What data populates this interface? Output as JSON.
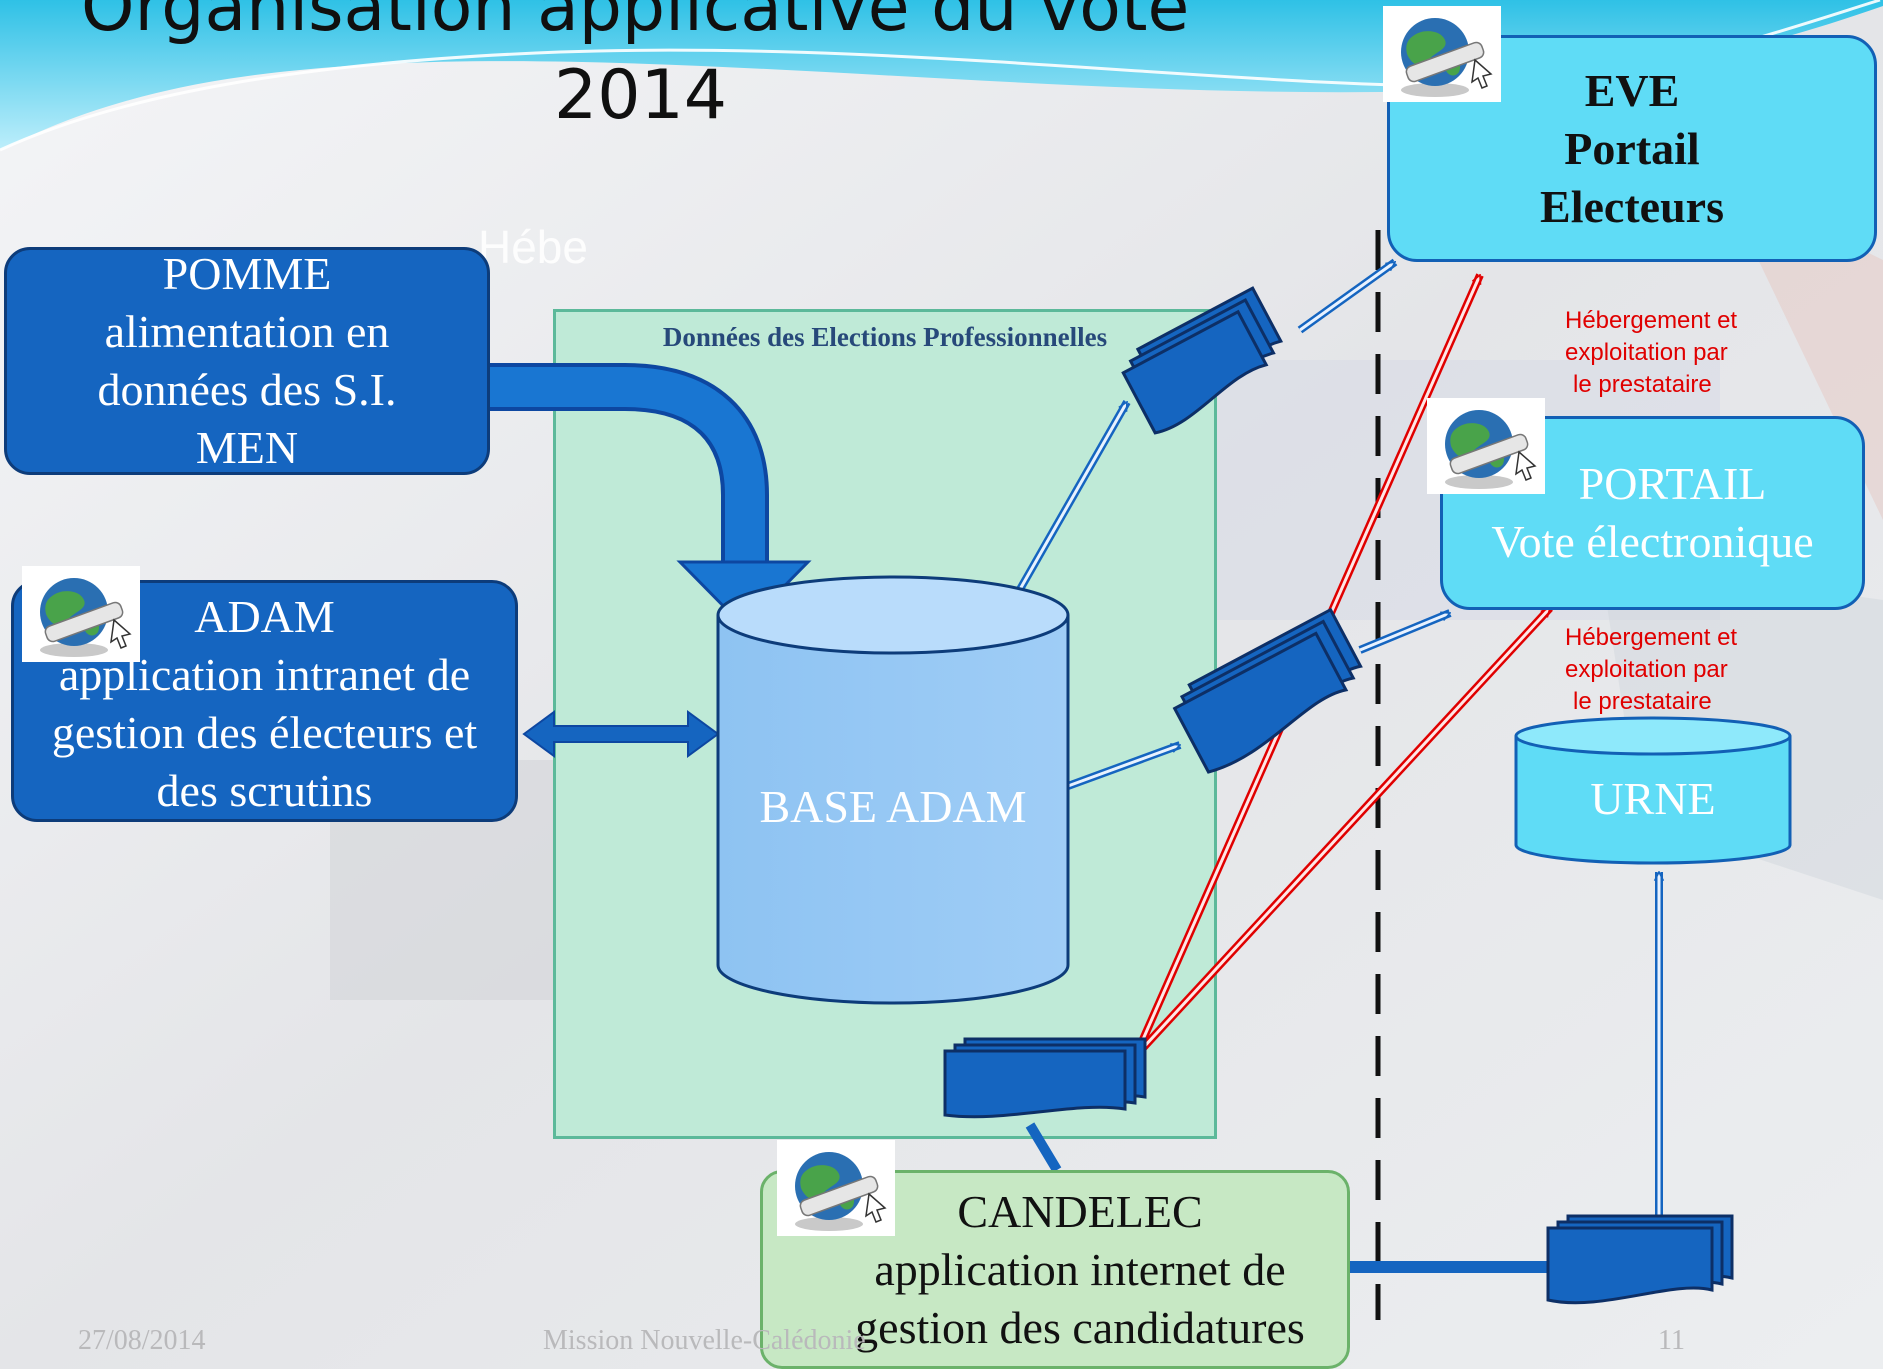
{
  "title": {
    "line1": "Organisation applicative du vote",
    "line2": "2014"
  },
  "ghost_text": "Hébe",
  "data_frame": {
    "label": "Données des Elections Professionnelles"
  },
  "boxes": {
    "pomme": [
      "POMME",
      "alimentation en",
      "données des S.I.",
      "MEN"
    ],
    "adam": [
      "ADAM",
      "application intranet de",
      "gestion des électeurs et",
      "des scrutins"
    ],
    "base_adam": "BASE ADAM",
    "eve": [
      "EVE",
      "Portail",
      "Electeurs"
    ],
    "portail": [
      "PORTAIL",
      "Vote électronique"
    ],
    "urne": "URNE",
    "candelec": [
      "CANDELEC",
      "application internet de",
      "gestion des candidatures"
    ]
  },
  "notes": {
    "hosting_1": [
      "Hébergement et",
      "exploitation par",
      "le prestataire"
    ],
    "hosting_2": [
      "Hébergement et",
      "exploitation par",
      "le prestataire"
    ]
  },
  "footer": {
    "date": "27/08/2014",
    "mission": "Mission Nouvelle-Calédonie",
    "page": "11"
  },
  "colors": {
    "primary_blue": "#1565c0",
    "cyan": "#5fdcf6",
    "data_frame": "#bfead7",
    "candelec_green": "#c7e8c4",
    "red_arrow": "#e00000"
  },
  "icons": [
    "web-globe-icon"
  ]
}
